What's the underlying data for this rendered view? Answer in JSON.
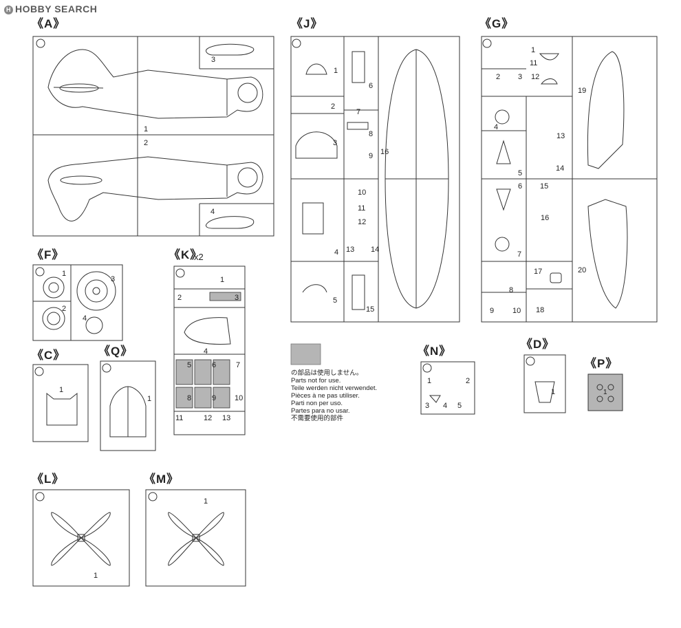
{
  "watermark": {
    "icon": "hobby-search-logo",
    "text": "HOBBY SEARCH"
  },
  "sprues": {
    "A": {
      "label": "《A》",
      "parts": [
        "1",
        "2",
        "3",
        "4"
      ]
    },
    "J": {
      "label": "《J》",
      "parts": [
        "1",
        "2",
        "3",
        "4",
        "5",
        "6",
        "7",
        "8",
        "9",
        "10",
        "11",
        "12",
        "13",
        "14",
        "15",
        "16"
      ]
    },
    "G": {
      "label": "《G》",
      "parts": [
        "1",
        "2",
        "3",
        "4",
        "5",
        "6",
        "7",
        "8",
        "9",
        "10",
        "11",
        "12",
        "13",
        "14",
        "15",
        "16",
        "17",
        "18",
        "19",
        "20"
      ]
    },
    "F": {
      "label": "《F》",
      "parts": [
        "1",
        "2",
        "3",
        "4"
      ]
    },
    "K": {
      "label": "《K》",
      "qty": "x2",
      "parts": [
        "1",
        "2",
        "3",
        "4",
        "5",
        "6",
        "7",
        "8",
        "9",
        "10",
        "11",
        "12",
        "13"
      ]
    },
    "C": {
      "label": "《C》",
      "parts": [
        "1"
      ]
    },
    "Q": {
      "label": "《Q》",
      "parts": [
        "1"
      ]
    },
    "N": {
      "label": "《N》",
      "parts": [
        "1",
        "2",
        "3",
        "4",
        "5"
      ]
    },
    "D": {
      "label": "《D》",
      "parts": [
        "1"
      ]
    },
    "P": {
      "label": "《P》",
      "parts": [
        "1"
      ]
    },
    "L": {
      "label": "《L》",
      "parts": [
        "1"
      ]
    },
    "M": {
      "label": "《M》",
      "parts": [
        "1"
      ]
    }
  },
  "legend": {
    "swatch_color": "#b5b5b5",
    "lines": [
      "の部品は使用しません。",
      "Parts not for use.",
      "Teile werden nicht verwendet.",
      "Pièces à ne pas utiliser.",
      "Parti non per uso.",
      "Partes para no usar.",
      "不需要使用的部件"
    ]
  }
}
